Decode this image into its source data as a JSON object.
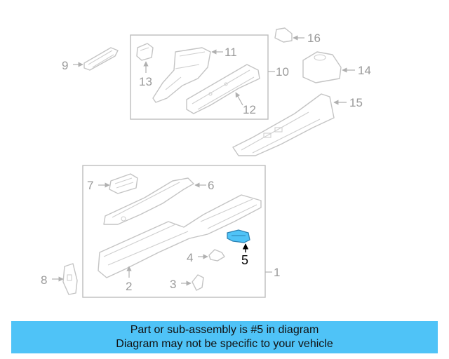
{
  "diagram": {
    "highlight_color": "#4fc3f7",
    "callouts": {
      "c1": "1",
      "c2": "2",
      "c3": "3",
      "c4": "4",
      "c5": "5",
      "c6": "6",
      "c7": "7",
      "c8": "8",
      "c9": "9",
      "c10": "10",
      "c11": "11",
      "c12": "12",
      "c13": "13",
      "c14": "14",
      "c15": "15",
      "c16": "16"
    }
  },
  "banner": {
    "line1": "Part or sub-assembly is #5 in diagram",
    "line2": "Diagram may not be specific to your vehicle",
    "color": "#4fc3f7"
  }
}
